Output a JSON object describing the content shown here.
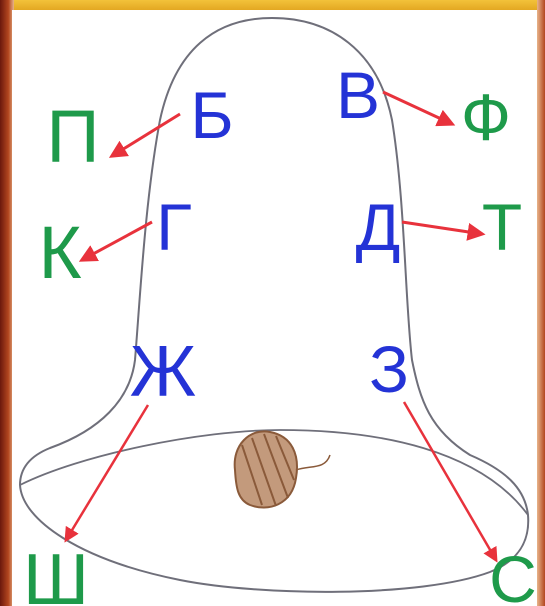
{
  "pairs": [
    {
      "voiced": "Б",
      "voiceless": "П"
    },
    {
      "voiced": "В",
      "voiceless": "Ф"
    },
    {
      "voiced": "Г",
      "voiceless": "К"
    },
    {
      "voiced": "Д",
      "voiceless": "Т"
    },
    {
      "voiced": "Ж",
      "voiceless": "Ш"
    },
    {
      "voiced": "З",
      "voiceless": "С"
    }
  ],
  "colors": {
    "voiced": "#2433d6",
    "voiceless": "#1e9a4a",
    "arrow": "#e8323c",
    "outline": "#6f6f7a",
    "clapper": "#8a5a3a"
  }
}
